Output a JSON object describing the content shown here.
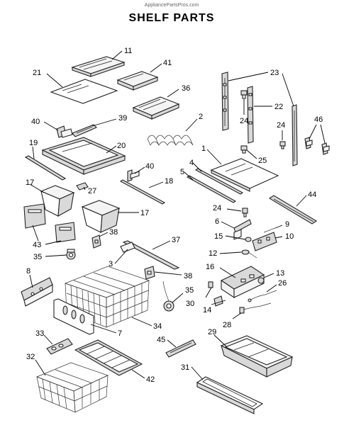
{
  "header": {
    "watermark": "AppliancePartsPros.com",
    "title": "SHELF PARTS"
  },
  "callouts": {
    "c1": "1",
    "c2": "2",
    "c3": "3",
    "c4": "4",
    "c5": "5",
    "c6": "6",
    "c7": "7",
    "c8": "8",
    "c9": "9",
    "c10": "10",
    "c11": "11",
    "c12": "12",
    "c13": "13",
    "c14": "14",
    "c15": "15",
    "c16": "16",
    "c17a": "17",
    "c17b": "17",
    "c18": "18",
    "c19": "19",
    "c20": "20",
    "c21": "21",
    "c22": "22",
    "c23": "23",
    "c24a": "24",
    "c24b": "24",
    "c24c": "24",
    "c25": "25",
    "c26": "26",
    "c27": "27",
    "c28": "28",
    "c29": "29",
    "c30": "30",
    "c31": "31",
    "c32": "32",
    "c33": "33",
    "c34": "34",
    "c35a": "35",
    "c35b": "35",
    "c36": "36",
    "c37": "37",
    "c38a": "38",
    "c38b": "38",
    "c39": "39",
    "c40a": "40",
    "c40b": "40",
    "c41": "41",
    "c42": "42",
    "c43": "43",
    "c44": "44",
    "c45": "45",
    "c46": "46"
  }
}
